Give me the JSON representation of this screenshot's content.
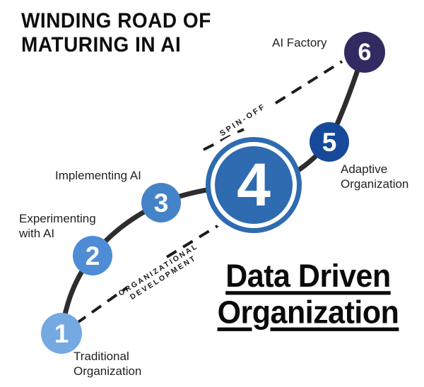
{
  "title": {
    "line1": "WINDING ROAD OF",
    "line2": "MATURING IN AI"
  },
  "nodes": [
    {
      "number": "1",
      "label_line1": "Traditional",
      "label_line2": "Organization",
      "color": "#74a9e2"
    },
    {
      "number": "2",
      "label_line1": "Experimenting",
      "label_line2": "with AI",
      "color": "#4e8dd5"
    },
    {
      "number": "3",
      "label_line1": "Implementing AI",
      "color": "#4583c8"
    },
    {
      "number": "4",
      "label_line1": "Data Driven",
      "label_line2": "Organization",
      "color": "#2e6bb0"
    },
    {
      "number": "5",
      "label_line1": "Adaptive",
      "label_line2": "Organization",
      "color": "#17499b"
    },
    {
      "number": "6",
      "label_line1": "AI Factory",
      "color": "#322b62"
    }
  ],
  "connectors": {
    "spin_off_label": "SPIN-OFF",
    "org_dev_line1": "ORGANIZATIONAL",
    "org_dev_line2": "DEVELOPMENT"
  },
  "colors": {
    "background": "#ffffff",
    "road": "#2d2d2d",
    "dashed_line": "#1d1d1d",
    "ring_gap": "#ffffff",
    "node_number_text": "#ffffff"
  }
}
